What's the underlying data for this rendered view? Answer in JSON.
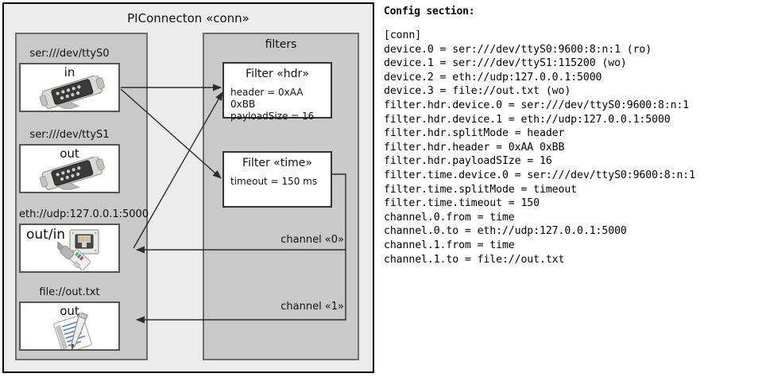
{
  "diagram": {
    "title": "PIConnecton «conn»",
    "devices_panel": {
      "devices": [
        {
          "label": "ser:///dev/ttyS0",
          "io": "in",
          "icon": "serial-port-icon"
        },
        {
          "label": "ser:///dev/ttyS1",
          "io": "out",
          "icon": "serial-port-icon"
        },
        {
          "label": "eth://udp:127.0.0.1:5000",
          "io": "out/in",
          "icon": "ethernet-jack-icon"
        },
        {
          "label": "file://out.txt",
          "io": "out",
          "icon": "text-file-icon"
        }
      ]
    },
    "filters_panel": {
      "title": "filters",
      "filters": [
        {
          "title": "Filter «hdr»",
          "props": [
            "header = 0xAA 0xBB",
            "payloadSize = 16"
          ]
        },
        {
          "title": "Filter «time»",
          "props": [
            "timeout = 150 ms"
          ]
        }
      ]
    },
    "channels": [
      {
        "label": "channel «0»"
      },
      {
        "label": "channel «1»"
      }
    ]
  },
  "config": {
    "heading": "Config section:",
    "text": "[conn]\ndevice.0 = ser:///dev/ttyS0:9600:8:n:1 (ro)\ndevice.1 = ser:///dev/ttyS1:115200 (wo)\ndevice.2 = eth://udp:127.0.0.1:5000\ndevice.3 = file://out.txt (wo)\nfilter.hdr.device.0 = ser:///dev/ttyS0:9600:8:n:1\nfilter.hdr.device.1 = eth://udp:127.0.0.1:5000\nfilter.hdr.splitMode = header\nfilter.hdr.header = 0xAA 0xBB\nfilter.hdr.payloadSIze = 16\nfilter.time.device.0 = ser:///dev/ttyS0:9600:8:n:1\nfilter.time.splitMode = timeout\nfilter.time.timeout = 150\nchannel.0.from = time\nchannel.0.to = eth://udp:127.0.0.1:5000\nchannel.1.from = time\nchannel.1.to = file://out.txt"
  },
  "colors": {
    "outer_bg": "#ececec",
    "panel_bg": "#c9c9c9",
    "panel_border": "#6e6e6e",
    "box_bg": "#ffffff",
    "line": "#2b2b2b"
  }
}
